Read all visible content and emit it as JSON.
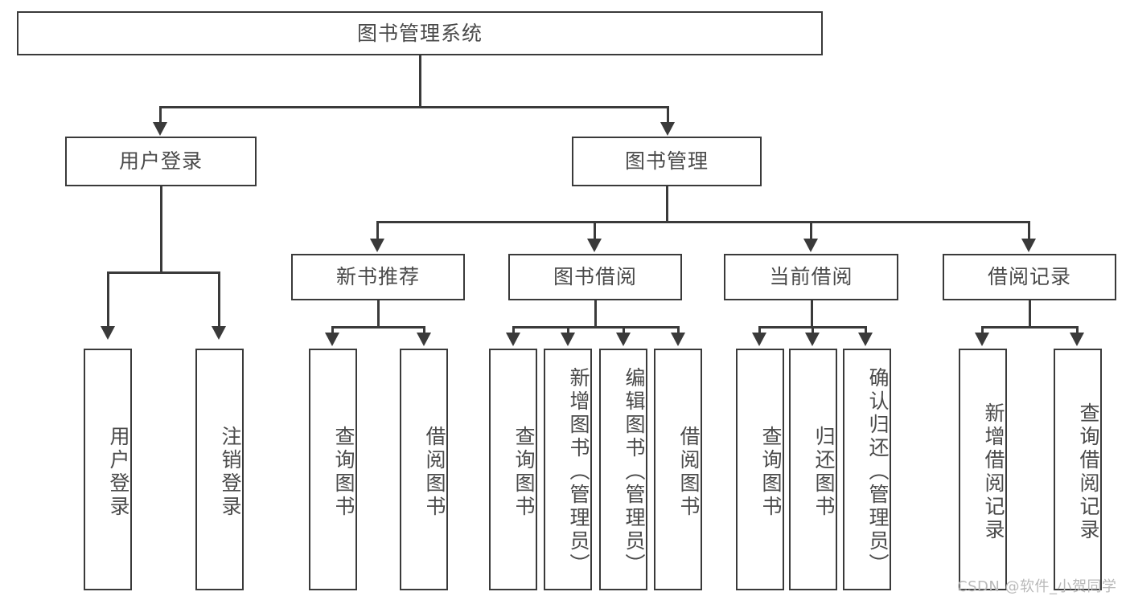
{
  "diagram": {
    "type": "tree",
    "title": "图书管理系统",
    "root": {
      "label": "图书管理系统"
    },
    "level2": [
      {
        "label": "用户登录"
      },
      {
        "label": "图书管理"
      }
    ],
    "level3": [
      {
        "label": "新书推荐"
      },
      {
        "label": "图书借阅"
      },
      {
        "label": "当前借阅"
      },
      {
        "label": "借阅记录"
      }
    ],
    "leaves": {
      "user_login": [
        {
          "label": "用户登录"
        },
        {
          "label": "注销登录"
        }
      ],
      "new_book_recommend": [
        {
          "label": "查询图书"
        },
        {
          "label": "借阅图书"
        }
      ],
      "book_borrow": [
        {
          "label": "查询图书"
        },
        {
          "label": "新增图书（管理员）"
        },
        {
          "label": "编辑图书（管理员）"
        },
        {
          "label": "借阅图书"
        }
      ],
      "current_borrow": [
        {
          "label": "查询图书"
        },
        {
          "label": "归还图书"
        },
        {
          "label": "确认归还（管理员）"
        }
      ],
      "borrow_record": [
        {
          "label": "新增借阅记录"
        },
        {
          "label": "查询借阅记录"
        }
      ]
    }
  },
  "watermark": {
    "text": "CSDN @软件_小贺同学"
  },
  "colors": {
    "stroke": "#3a3a3a",
    "text": "#4a4a4a",
    "background": "#ffffff",
    "watermark": "#b9b9b9"
  }
}
